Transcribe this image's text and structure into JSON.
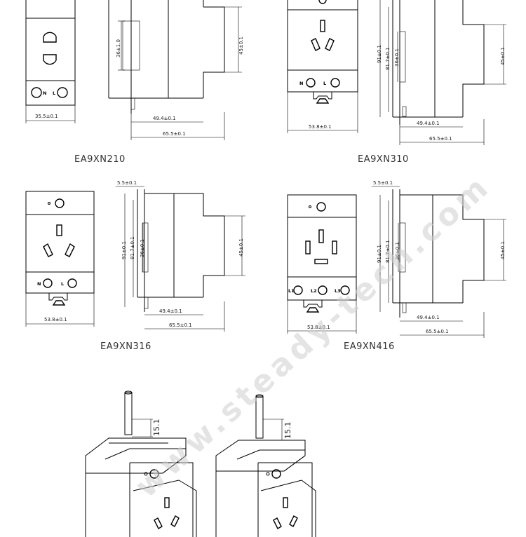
{
  "models": {
    "m1": "EA9XN210",
    "m2": "EA9XN310",
    "m3": "EA9XN316",
    "m4": "EA9XN416"
  },
  "dims": {
    "w35": "35.5±0.1",
    "w53": "53.8±0.1",
    "d49": "49.4±0.1",
    "d65": "65.5±0.1",
    "h45": "45±0.1",
    "h36": "36±1.0",
    "h36b": "36±0.1",
    "h91": "91±0.1",
    "h81": "81.7±0.1",
    "t55": "5.5±0.1",
    "pin": "15.1"
  },
  "terminals": {
    "n": "N",
    "l": "L",
    "l1": "L1",
    "l2": "L2",
    "l3": "L3"
  },
  "watermark": "www.steady-tech.com"
}
